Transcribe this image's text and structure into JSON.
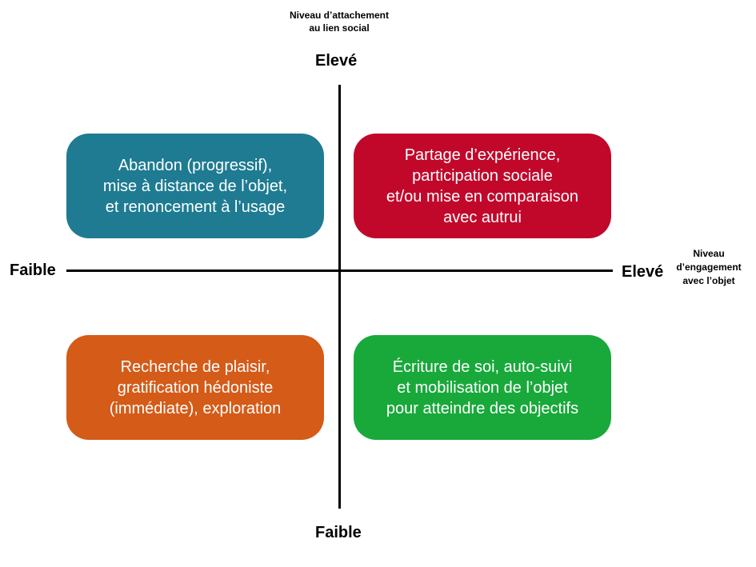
{
  "vertical_axis": {
    "title_lines": [
      "Niveau d’attachement",
      "au lien social"
    ],
    "high_label": "Elevé",
    "low_label": "Faible"
  },
  "horizontal_axis": {
    "title_lines": [
      "Niveau",
      "d’engagement",
      "avec l’objet"
    ],
    "high_label": "Elevé",
    "low_label": "Faible"
  },
  "quadrants": {
    "top_left": {
      "lines": [
        "Abandon (progressif),",
        "mise à distance de l’objet,",
        "et renoncement à l’usage"
      ],
      "color": "#1e7b92"
    },
    "top_right": {
      "lines": [
        "Partage d’expérience,",
        "participation sociale",
        "et/ou mise en comparaison",
        "avec autrui"
      ],
      "color": "#c1082b"
    },
    "bottom_left": {
      "lines": [
        "Recherche de plaisir,",
        "gratification hédoniste",
        "(immédiate), exploration"
      ],
      "color": "#d45b18"
    },
    "bottom_right": {
      "lines": [
        "Écriture de soi, auto-suivi",
        "et mobilisation de l’objet",
        "pour atteindre des objectifs"
      ],
      "color": "#18a93a"
    }
  }
}
